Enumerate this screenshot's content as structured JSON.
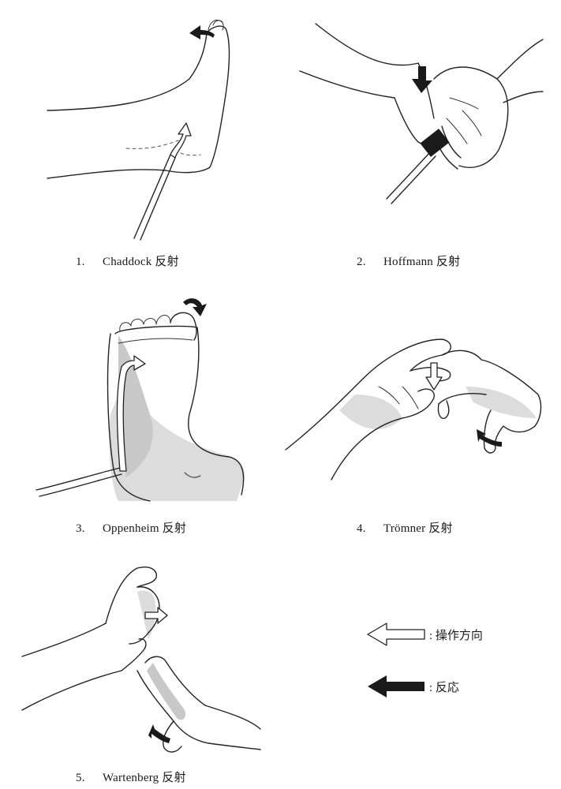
{
  "panels": [
    {
      "number": "1.",
      "name": "Chaddock 反射"
    },
    {
      "number": "2.",
      "name": "Hoffmann 反射"
    },
    {
      "number": "3.",
      "name": "Oppenheim 反射"
    },
    {
      "number": "4.",
      "name": "Trömner 反射"
    },
    {
      "number": "5.",
      "name": "Wartenberg 反射"
    }
  ],
  "legend": {
    "operation_label": ": 操作方向",
    "response_label": ": 反応"
  }
}
